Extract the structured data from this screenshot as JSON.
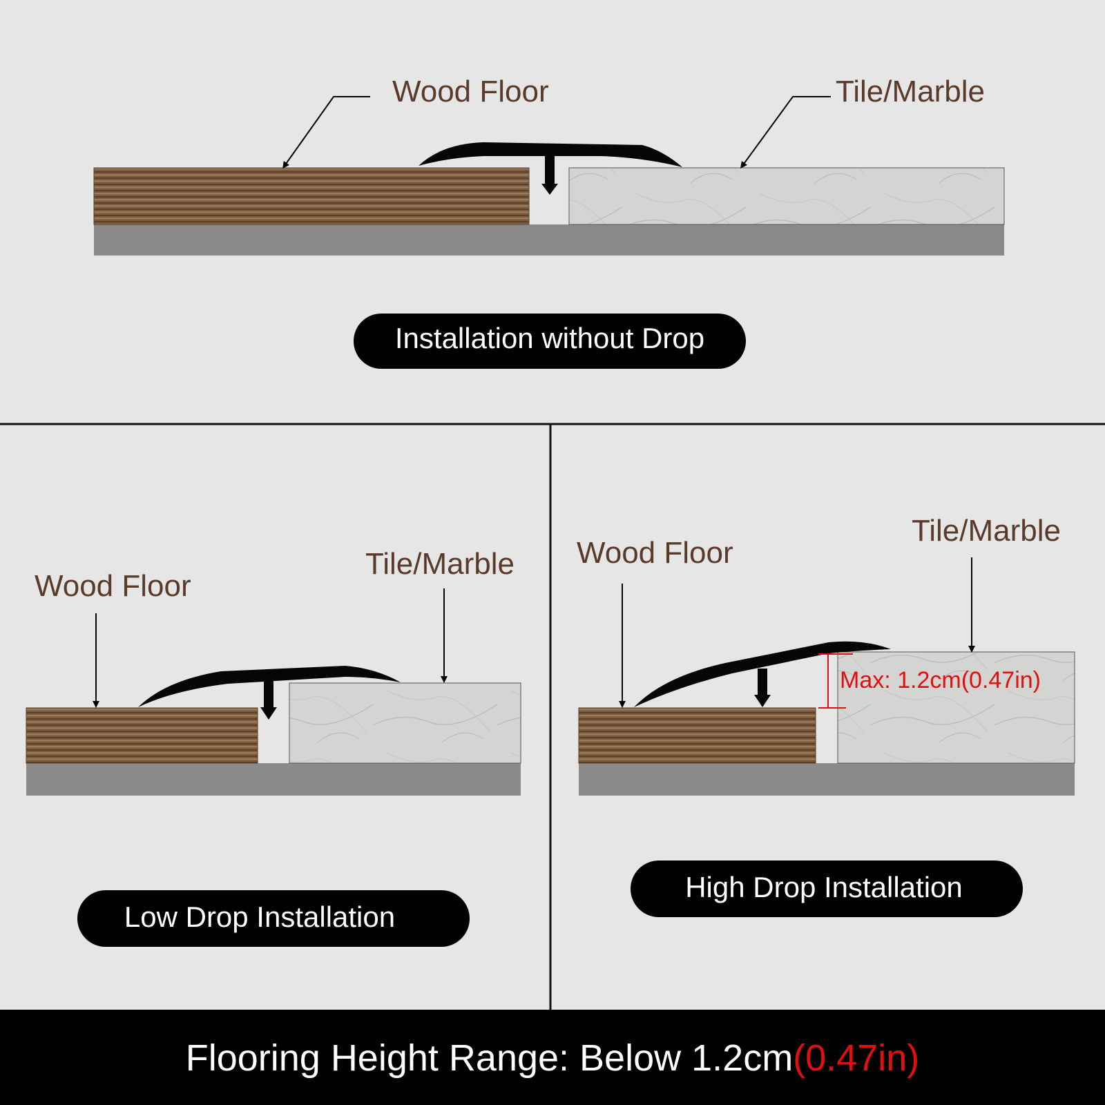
{
  "colors": {
    "background": "#e6e6e6",
    "label": "#5a3a2a",
    "accent_red": "#e01010",
    "pill": "#000000",
    "footer": "#000000",
    "subfloor": "#8a8a8a",
    "wood": "#7a5a3c",
    "marble": "#d6d6d4"
  },
  "panels": {
    "top": {
      "wood_label": "Wood Floor",
      "tile_label": "Tile/Marble",
      "caption": "Installation without Drop"
    },
    "low": {
      "wood_label": "Wood Floor",
      "tile_label": "Tile/Marble",
      "caption": "Low Drop Installation"
    },
    "high": {
      "wood_label": "Wood Floor",
      "tile_label": "Tile/Marble",
      "caption": "High Drop Installation",
      "max_note": "Max: 1.2cm(0.47in)"
    }
  },
  "footer": {
    "text_main": "Flooring Height Range: Below 1.2cm",
    "text_accent": "(0.47in)"
  }
}
